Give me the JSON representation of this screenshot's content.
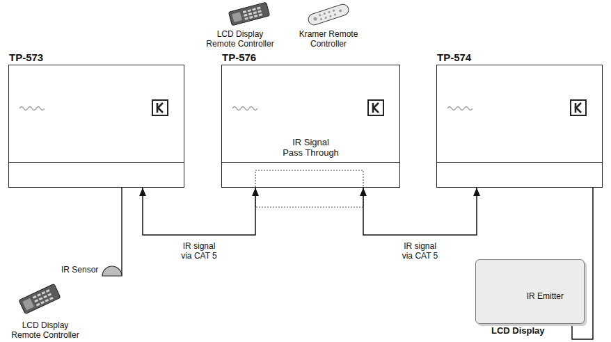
{
  "diagram": {
    "nodes": [
      {
        "text": [
          "TP-573"
        ]
      },
      {
        "text": [
          "TP-576",
          "IR Signal Pass Through"
        ]
      },
      {
        "text": [
          "TP-574"
        ]
      },
      {
        "text": [
          "IR Emitter",
          "LCD Display"
        ]
      }
    ],
    "edges": [
      {
        "from": 0,
        "to": 1,
        "arrow": "both",
        "label": "IR signal via CAT 5"
      },
      {
        "from": 1,
        "to": 2,
        "arrow": "both",
        "label": "IR signal via CAT 5"
      },
      {
        "from": 2,
        "to": 3,
        "arrow": "none"
      }
    ],
    "labels": [
      "LCD Display Remote Controller",
      "Kramer Remote Controller",
      "IR Sensor",
      "LCD Display Remote Controller"
    ]
  }
}
